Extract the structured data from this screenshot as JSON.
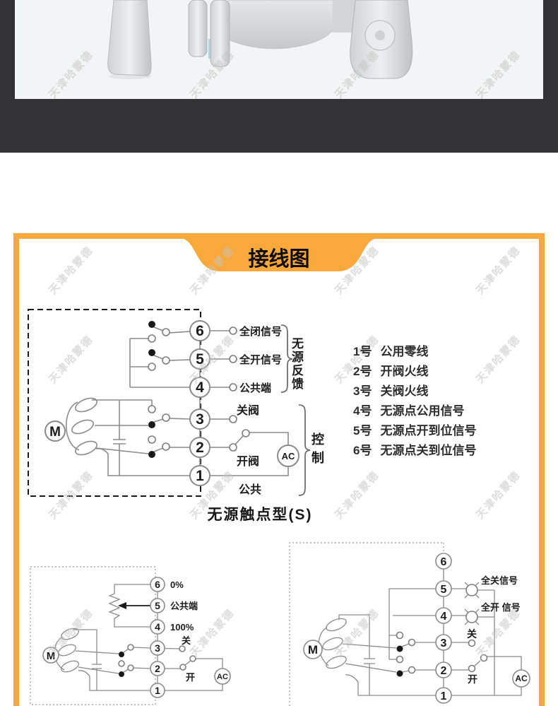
{
  "watermark": {
    "text": "天津哈蒙德"
  },
  "colors": {
    "accent": "#F9A93C",
    "frame_band": "#333234",
    "photo_bg": "#f3f4f5"
  },
  "panel": {
    "title": "接线图"
  },
  "main_diagram": {
    "terminals": [
      "6",
      "5",
      "4",
      "3",
      "2",
      "1"
    ],
    "motor_label": "M",
    "ac_label": "AC",
    "signal_close": "全闭信号",
    "signal_open": "全开信号",
    "signal_common": "公共端",
    "close_valve": "关阀",
    "open_valve": "开阀",
    "common": "公共",
    "group_feedback": "无源反馈",
    "group_control": "控制",
    "caption": "无源触点型(S)"
  },
  "legend": {
    "items": [
      {
        "num": "1号",
        "desc": "公用零线"
      },
      {
        "num": "2号",
        "desc": "开阀火线"
      },
      {
        "num": "3号",
        "desc": "关阀火线"
      },
      {
        "num": "4号",
        "desc": "无源点公用信号"
      },
      {
        "num": "5号",
        "desc": "无源点开到位信号"
      },
      {
        "num": "6号",
        "desc": "无源点关到位信号"
      }
    ]
  },
  "pot_diagram": {
    "terminals": [
      "6",
      "5",
      "4",
      "3",
      "2",
      "1"
    ],
    "motor_label": "M",
    "ac_label": "AC",
    "t6": "0%",
    "t5": "公共端",
    "t4": "100%",
    "t3": "关",
    "t2": "开"
  },
  "lamp_diagram": {
    "terminals": [
      "6",
      "5",
      "4",
      "3",
      "2",
      "1"
    ],
    "motor_label": "M",
    "ac_label": "AC",
    "signal_closed": "全关信号",
    "signal_open": "全开 信号",
    "t3": "关",
    "t2": "开"
  }
}
